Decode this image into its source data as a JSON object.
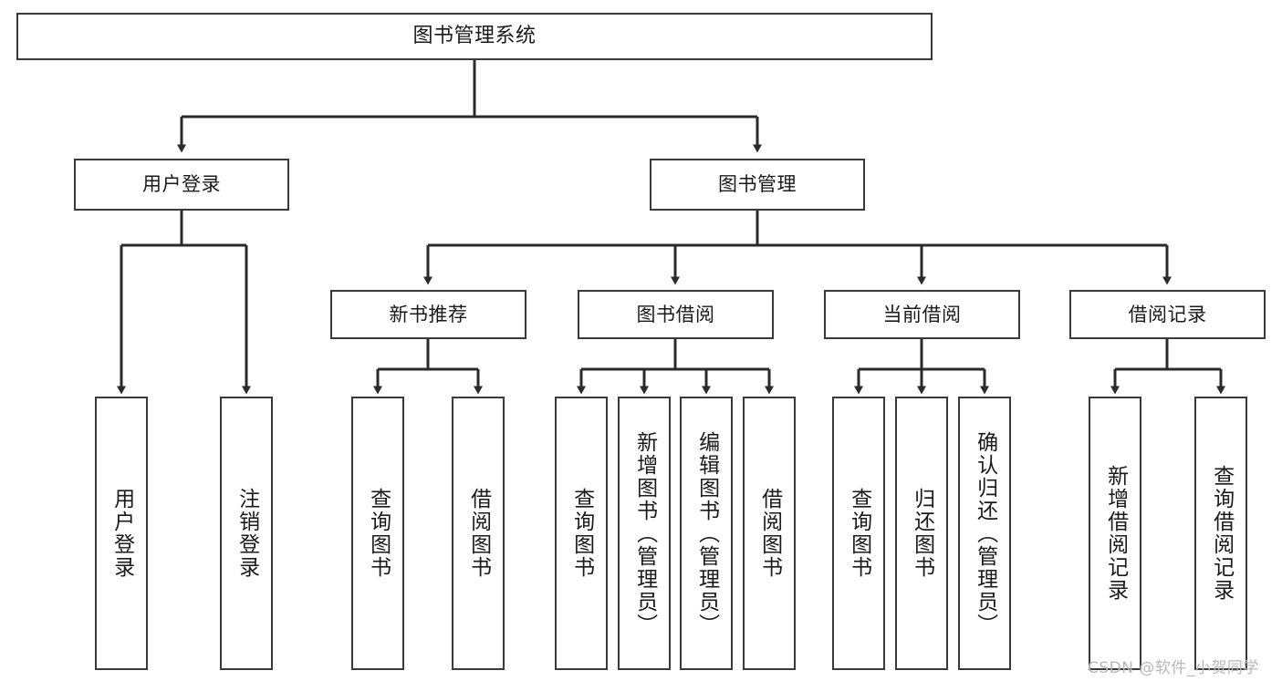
{
  "diagram": {
    "type": "tree",
    "title": "图书管理系统",
    "orientation": "top-down",
    "colors": {
      "box_border": "#3a3a3a",
      "box_fill": "#ffffff",
      "edge": "#2b2b2b",
      "text": "#1a1a1a",
      "watermark": "#b8b8b8",
      "background": "#ffffff"
    }
  },
  "nodes": {
    "root": {
      "label": "图书管理系统",
      "level": 1
    },
    "level2": [
      {
        "id": "user-login",
        "label": "用户登录"
      },
      {
        "id": "book-manage",
        "label": "图书管理"
      }
    ],
    "level3": [
      {
        "id": "new-book-rec",
        "label": "新书推荐",
        "parent": "book-manage"
      },
      {
        "id": "book-borrow",
        "label": "图书借阅",
        "parent": "book-manage"
      },
      {
        "id": "current-borrow",
        "label": "当前借阅",
        "parent": "book-manage"
      },
      {
        "id": "borrow-record",
        "label": "借阅记录",
        "parent": "book-manage"
      }
    ],
    "leaves": [
      {
        "id": "leaf-user-login",
        "label": "用户登录",
        "parent": "user-login"
      },
      {
        "id": "leaf-logout",
        "label": "注销登录",
        "parent": "user-login"
      },
      {
        "id": "leaf-query-book-1",
        "label": "查询图书",
        "parent": "new-book-rec"
      },
      {
        "id": "leaf-borrow-book-1",
        "label": "借阅图书",
        "parent": "new-book-rec"
      },
      {
        "id": "leaf-query-book-2",
        "label": "查询图书",
        "parent": "book-borrow"
      },
      {
        "id": "leaf-add-book",
        "label": "新增图书（管理员）",
        "parent": "book-borrow"
      },
      {
        "id": "leaf-edit-book",
        "label": "编辑图书（管理员）",
        "parent": "book-borrow"
      },
      {
        "id": "leaf-borrow-book-2",
        "label": "借阅图书",
        "parent": "book-borrow"
      },
      {
        "id": "leaf-query-book-3",
        "label": "查询图书",
        "parent": "current-borrow"
      },
      {
        "id": "leaf-return-book",
        "label": "归还图书",
        "parent": "current-borrow"
      },
      {
        "id": "leaf-confirm-return",
        "label": "确认归还（管理员）",
        "parent": "current-borrow"
      },
      {
        "id": "leaf-add-record",
        "label": "新增借阅记录",
        "parent": "borrow-record"
      },
      {
        "id": "leaf-query-record",
        "label": "查询借阅记录",
        "parent": "borrow-record"
      }
    ]
  },
  "watermark": {
    "text": "CSDN @软件_小贺同学"
  }
}
